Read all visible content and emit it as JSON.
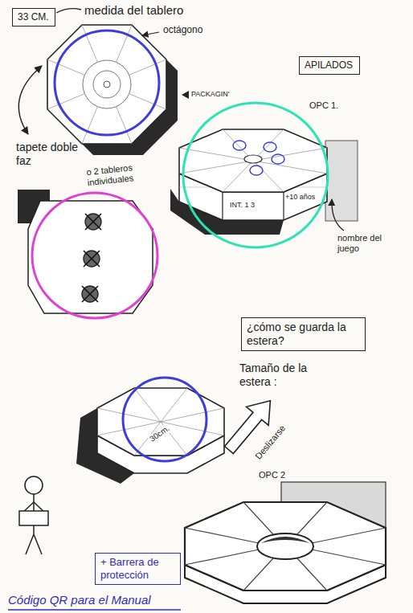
{
  "diagram": {
    "nodes": [
      {
        "text": [
          "33 CM."
        ]
      },
      {
        "text": [
          "APILADOS"
        ]
      },
      {
        "text": [
          "¿cómo se guarda la estera?"
        ]
      },
      {
        "text": [
          "+ Barrera de protección"
        ]
      }
    ],
    "labels": [
      "medida del tablero",
      "octágono",
      "PACKAGIN'",
      "OPC 1.",
      "tapete doble faz",
      "o 2 tableros individuales",
      "INT. 1 3",
      "+10 años",
      "nombre del juego",
      "Tamaño de la estera :",
      "30cm.",
      "Deslizarse",
      "OPC 2",
      "Código QR para el Manual"
    ]
  }
}
